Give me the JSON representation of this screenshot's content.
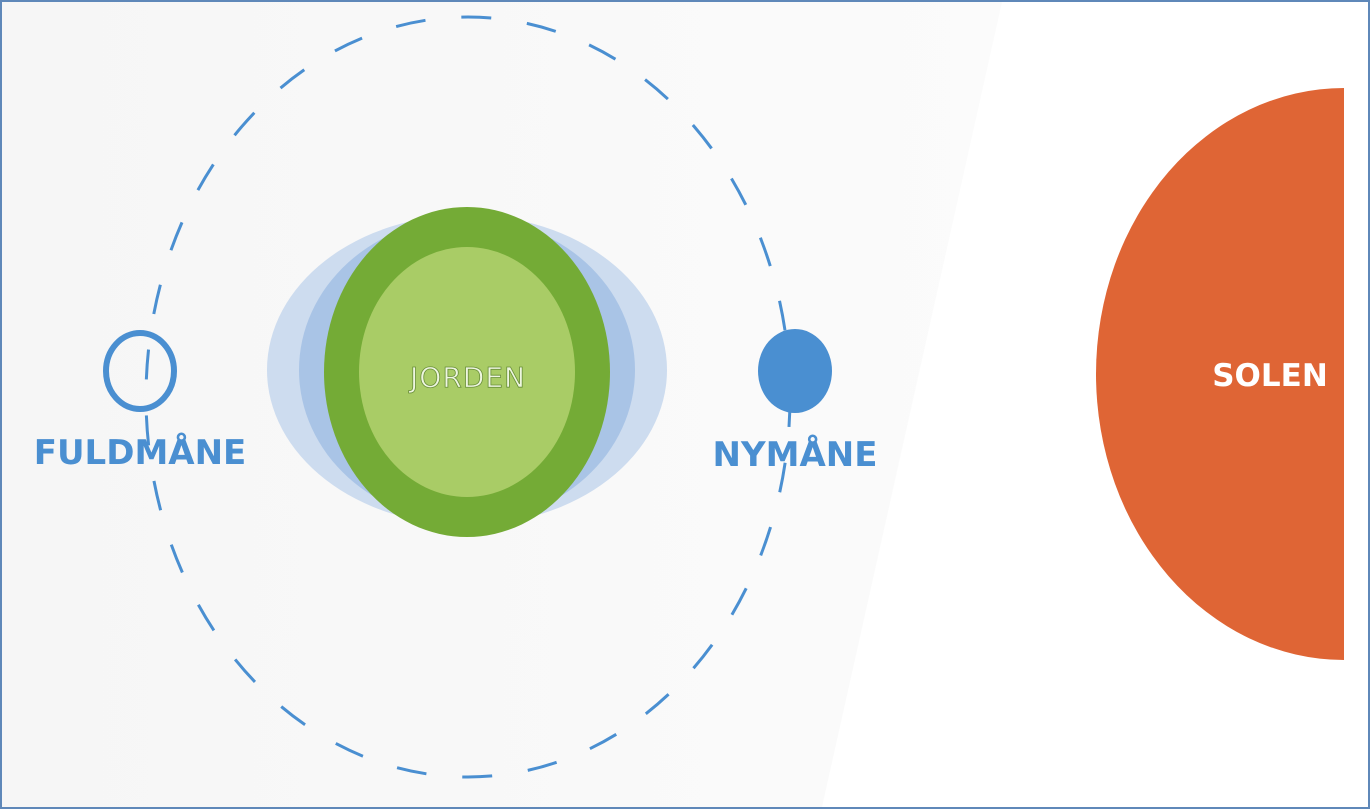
{
  "labels": {
    "full_moon": "FULDMÅNE",
    "new_moon": "NYMÅNE",
    "earth": "JORDEN",
    "sun": "SOLEN"
  },
  "colors": {
    "frame": "#5f88b9",
    "orbit": "#4a8fd1",
    "moon": "#4a8fd1",
    "earth_outer": "#74ab36",
    "earth_inner": "#a9cc66",
    "atmosphere_outer": "#cddcef",
    "atmosphere_inner": "#a9c4e6",
    "sun": "#df6535",
    "label_blue": "#4a8fd1"
  }
}
